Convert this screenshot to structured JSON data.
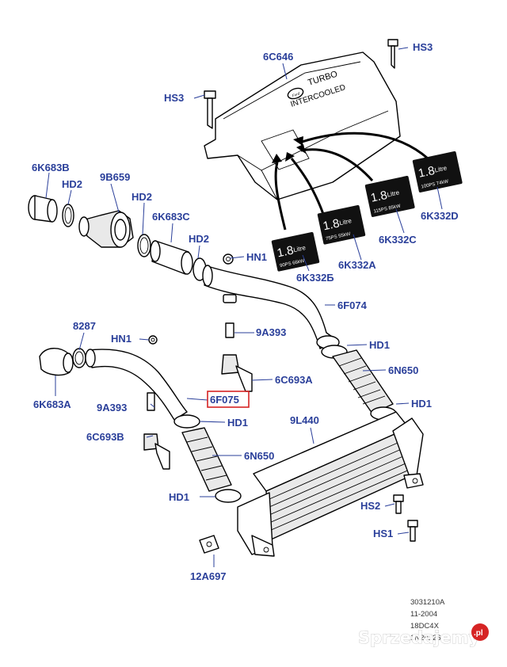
{
  "labels": {
    "hs3_top": "HS3",
    "c646": "6C646",
    "hs3_left": "HS3",
    "k683b": "6K683B",
    "b659": "9B659",
    "hd2_a": "HD2",
    "hd2_b": "HD2",
    "k683c": "6K683C",
    "hd2_c": "HD2",
    "hn1_a": "HN1",
    "k332b": "6K332Б",
    "k332a": "6K332A",
    "k332c": "6K332C",
    "k332d": "6K332D",
    "f074": "6F074",
    "a393_a": "9A393",
    "hd1_a": "HD1",
    "n650_a": "6N650",
    "c693a": "6C693A",
    "hd1_b": "HD1",
    "p8287": "8287",
    "hn1_b": "HN1",
    "k683a": "6K683A",
    "a393_b": "9A393",
    "f075": "6F075",
    "hd1_c": "HD1",
    "c693b": "6C693B",
    "l440": "9L440",
    "n650_b": "6N650",
    "hd1_d": "HD1",
    "hs2": "HS2",
    "hs1": "HS1",
    "a697": "12A697"
  },
  "cover": {
    "line1": "TURBO",
    "line2": "INTERCOOLED",
    "logo": "Ford"
  },
  "badges": {
    "big": "1.8",
    "small": "Litre",
    "b_sub": "90PS 66kW",
    "a_sub": "75PS 55kW",
    "c_sub": "115PS 85kW",
    "d_sub": "100PS 74kW"
  },
  "meta": {
    "ref": "3031210A",
    "date": "11-2004",
    "code": "18DC4X",
    "code2": "1N20226"
  },
  "watermark": {
    "text": "Sprzedajemy",
    "suffix": ".pl"
  },
  "colors": {
    "label": "#2a3f9a",
    "highlight": "#d62424",
    "watermark_badge": "#d62424"
  }
}
